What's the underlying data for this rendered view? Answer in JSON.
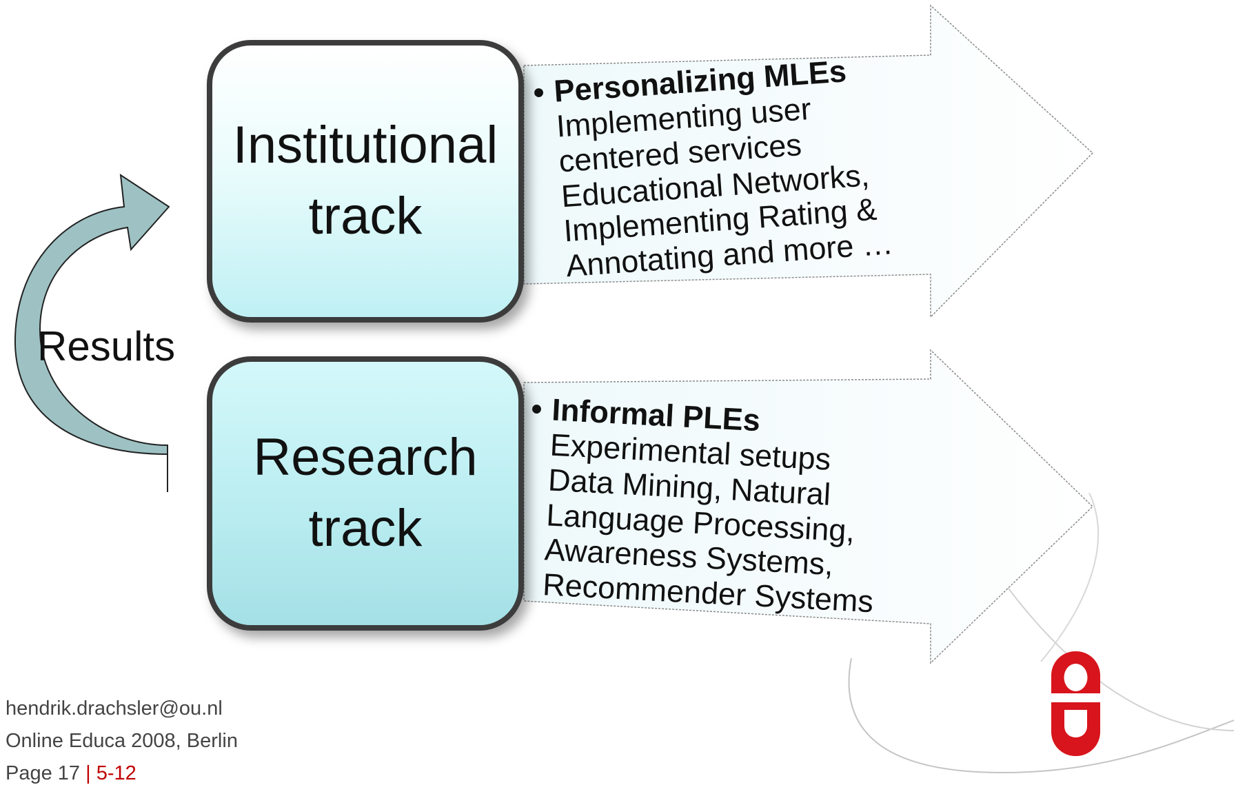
{
  "diagram": {
    "institutional": {
      "box_label_line1": "Institutional",
      "box_label_line2": "track",
      "bullet": "•",
      "heading": "Personalizing MLEs",
      "lines": [
        "Implementing user",
        "centered services",
        "Educational Networks,",
        "Implementing Rating &",
        "Annotating and more …"
      ]
    },
    "research": {
      "box_label_line1": "Research",
      "box_label_line2": "track",
      "bullet": "•",
      "heading": "Informal PLEs",
      "lines": [
        "Experimental setups",
        "Data Mining, Natural",
        "Language Processing,",
        "Awareness Systems,",
        "Recommender Systems"
      ]
    },
    "cycle_label": "Results"
  },
  "footer": {
    "email": "hendrik.drachsler@ou.nl",
    "event": "Online Educa 2008, Berlin",
    "page": "Page 17",
    "separator": "|",
    "date": "5-12"
  },
  "colors": {
    "logo_red": "#d8141c",
    "curved_arrow": "#9ec2c4",
    "box_border": "#3c3c3c"
  }
}
